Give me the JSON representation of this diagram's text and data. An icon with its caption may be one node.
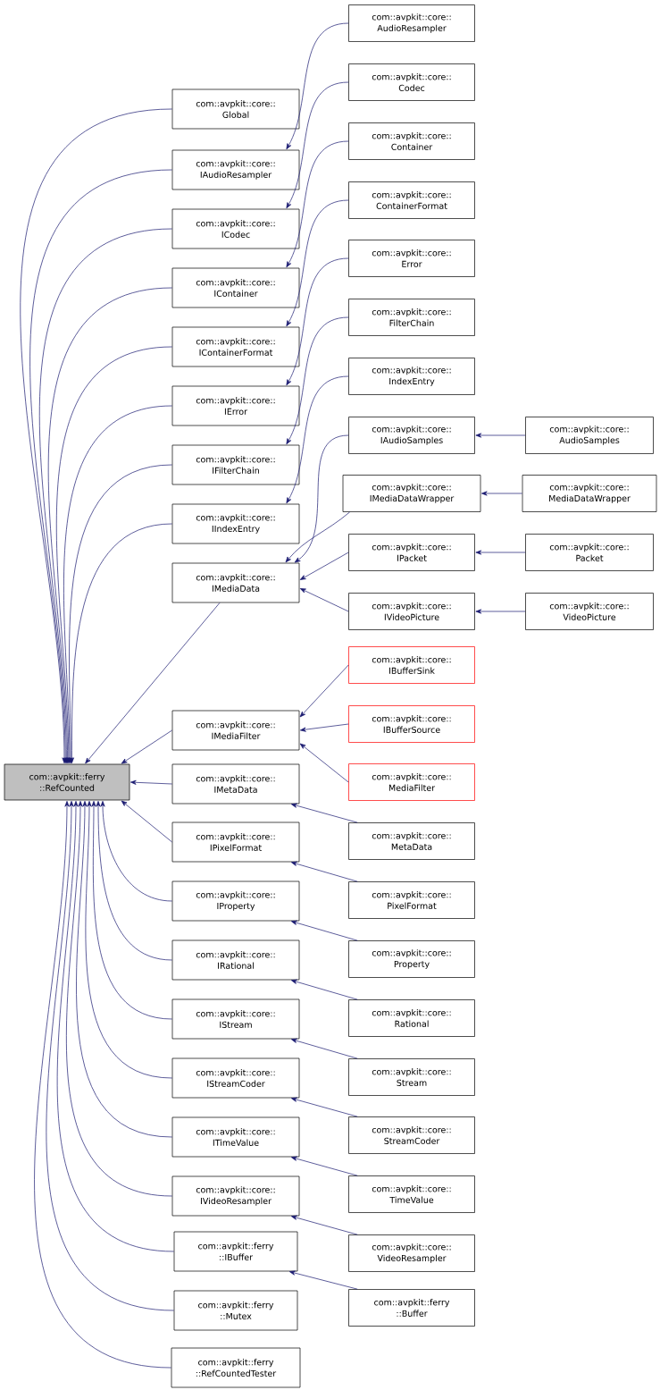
{
  "diagram": {
    "nodes": [
      {
        "text": [
          "com::avpkit::ferry ::RefCounted"
        ]
      },
      {
        "text": [
          "com::avpkit::core:: Global"
        ]
      },
      {
        "text": [
          "com::avpkit::core:: IAudioResampler"
        ]
      },
      {
        "text": [
          "com::avpkit::core:: ICodec"
        ]
      },
      {
        "text": [
          "com::avpkit::core:: IContainer"
        ]
      },
      {
        "text": [
          "com::avpkit::core:: IContainerFormat"
        ]
      },
      {
        "text": [
          "com::avpkit::core:: IError"
        ]
      },
      {
        "text": [
          "com::avpkit::core:: IFilterChain"
        ]
      },
      {
        "text": [
          "com::avpkit::core:: IIndexEntry"
        ]
      },
      {
        "text": [
          "com::avpkit::core:: IMediaData"
        ]
      },
      {
        "text": [
          "com::avpkit::core:: IMediaFilter"
        ]
      },
      {
        "text": [
          "com::avpkit::core:: IMetaData"
        ]
      },
      {
        "text": [
          "com::avpkit::core:: IPixelFormat"
        ]
      },
      {
        "text": [
          "com::avpkit::core:: IProperty"
        ]
      },
      {
        "text": [
          "com::avpkit::core:: IRational"
        ]
      },
      {
        "text": [
          "com::avpkit::core:: IStream"
        ]
      },
      {
        "text": [
          "com::avpkit::core:: IStreamCoder"
        ]
      },
      {
        "text": [
          "com::avpkit::core:: ITimeValue"
        ]
      },
      {
        "text": [
          "com::avpkit::core:: IVideoResampler"
        ]
      },
      {
        "text": [
          "com::avpkit::ferry ::IBuffer"
        ]
      },
      {
        "text": [
          "com::avpkit::ferry ::Mutex"
        ]
      },
      {
        "text": [
          "com::avpkit::ferry ::RefCountedTester"
        ]
      },
      {
        "text": [
          "com::avpkit::core:: AudioResampler"
        ]
      },
      {
        "text": [
          "com::avpkit::core:: Codec"
        ]
      },
      {
        "text": [
          "com::avpkit::core:: Container"
        ]
      },
      {
        "text": [
          "com::avpkit::core:: ContainerFormat"
        ]
      },
      {
        "text": [
          "com::avpkit::core:: Error"
        ]
      },
      {
        "text": [
          "com::avpkit::core:: FilterChain"
        ]
      },
      {
        "text": [
          "com::avpkit::core:: IndexEntry"
        ]
      },
      {
        "text": [
          "com::avpkit::core:: IAudioSamples"
        ]
      },
      {
        "text": [
          "com::avpkit::core:: IMediaDataWrapper"
        ]
      },
      {
        "text": [
          "com::avpkit::core:: IPacket"
        ]
      },
      {
        "text": [
          "com::avpkit::core:: IVideoPicture"
        ]
      },
      {
        "text": [
          "com::avpkit::core:: IBufferSink"
        ]
      },
      {
        "text": [
          "com::avpkit::core:: IBufferSource"
        ]
      },
      {
        "text": [
          "com::avpkit::core:: MediaFilter"
        ]
      },
      {
        "text": [
          "com::avpkit::core:: MetaData"
        ]
      },
      {
        "text": [
          "com::avpkit::core:: PixelFormat"
        ]
      },
      {
        "text": [
          "com::avpkit::core:: Property"
        ]
      },
      {
        "text": [
          "com::avpkit::core:: Rational"
        ]
      },
      {
        "text": [
          "com::avpkit::core:: Stream"
        ]
      },
      {
        "text": [
          "com::avpkit::core:: StreamCoder"
        ]
      },
      {
        "text": [
          "com::avpkit::core:: TimeValue"
        ]
      },
      {
        "text": [
          "com::avpkit::core:: VideoResampler"
        ]
      },
      {
        "text": [
          "com::avpkit::ferry ::Buffer"
        ]
      },
      {
        "text": [
          "com::avpkit::core:: AudioSamples"
        ]
      },
      {
        "text": [
          "com::avpkit::core:: MediaDataWrapper"
        ]
      },
      {
        "text": [
          "com::avpkit::core:: Packet"
        ]
      },
      {
        "text": [
          "com::avpkit::core:: VideoPicture"
        ]
      }
    ],
    "edges": [
      {
        "from": 1,
        "to": 0,
        "arrow": "to"
      },
      {
        "from": 2,
        "to": 0,
        "arrow": "to"
      },
      {
        "from": 3,
        "to": 0,
        "arrow": "to"
      },
      {
        "from": 4,
        "to": 0,
        "arrow": "to"
      },
      {
        "from": 5,
        "to": 0,
        "arrow": "to"
      },
      {
        "from": 6,
        "to": 0,
        "arrow": "to"
      },
      {
        "from": 7,
        "to": 0,
        "arrow": "to"
      },
      {
        "from": 8,
        "to": 0,
        "arrow": "to"
      },
      {
        "from": 9,
        "to": 0,
        "arrow": "to"
      },
      {
        "from": 10,
        "to": 0,
        "arrow": "to"
      },
      {
        "from": 11,
        "to": 0,
        "arrow": "to"
      },
      {
        "from": 12,
        "to": 0,
        "arrow": "to"
      },
      {
        "from": 13,
        "to": 0,
        "arrow": "to"
      },
      {
        "from": 14,
        "to": 0,
        "arrow": "to"
      },
      {
        "from": 15,
        "to": 0,
        "arrow": "to"
      },
      {
        "from": 16,
        "to": 0,
        "arrow": "to"
      },
      {
        "from": 17,
        "to": 0,
        "arrow": "to"
      },
      {
        "from": 18,
        "to": 0,
        "arrow": "to"
      },
      {
        "from": 19,
        "to": 0,
        "arrow": "to"
      },
      {
        "from": 20,
        "to": 0,
        "arrow": "to"
      },
      {
        "from": 21,
        "to": 0,
        "arrow": "to"
      },
      {
        "from": 22,
        "to": 2,
        "arrow": "to"
      },
      {
        "from": 23,
        "to": 3,
        "arrow": "to"
      },
      {
        "from": 24,
        "to": 4,
        "arrow": "to"
      },
      {
        "from": 25,
        "to": 5,
        "arrow": "to"
      },
      {
        "from": 26,
        "to": 6,
        "arrow": "to"
      },
      {
        "from": 27,
        "to": 7,
        "arrow": "to"
      },
      {
        "from": 28,
        "to": 8,
        "arrow": "to"
      },
      {
        "from": 29,
        "to": 9,
        "arrow": "to"
      },
      {
        "from": 30,
        "to": 9,
        "arrow": "to"
      },
      {
        "from": 31,
        "to": 9,
        "arrow": "to"
      },
      {
        "from": 32,
        "to": 9,
        "arrow": "to"
      },
      {
        "from": 33,
        "to": 10,
        "arrow": "to"
      },
      {
        "from": 34,
        "to": 10,
        "arrow": "to"
      },
      {
        "from": 35,
        "to": 10,
        "arrow": "to"
      },
      {
        "from": 36,
        "to": 11,
        "arrow": "to"
      },
      {
        "from": 37,
        "to": 12,
        "arrow": "to"
      },
      {
        "from": 38,
        "to": 13,
        "arrow": "to"
      },
      {
        "from": 39,
        "to": 14,
        "arrow": "to"
      },
      {
        "from": 40,
        "to": 15,
        "arrow": "to"
      },
      {
        "from": 41,
        "to": 16,
        "arrow": "to"
      },
      {
        "from": 42,
        "to": 17,
        "arrow": "to"
      },
      {
        "from": 43,
        "to": 18,
        "arrow": "to"
      },
      {
        "from": 44,
        "to": 19,
        "arrow": "to"
      },
      {
        "from": 45,
        "to": 29,
        "arrow": "to"
      },
      {
        "from": 46,
        "to": 30,
        "arrow": "to"
      },
      {
        "from": 47,
        "to": 31,
        "arrow": "to"
      },
      {
        "from": 48,
        "to": 32,
        "arrow": "to"
      }
    ]
  }
}
